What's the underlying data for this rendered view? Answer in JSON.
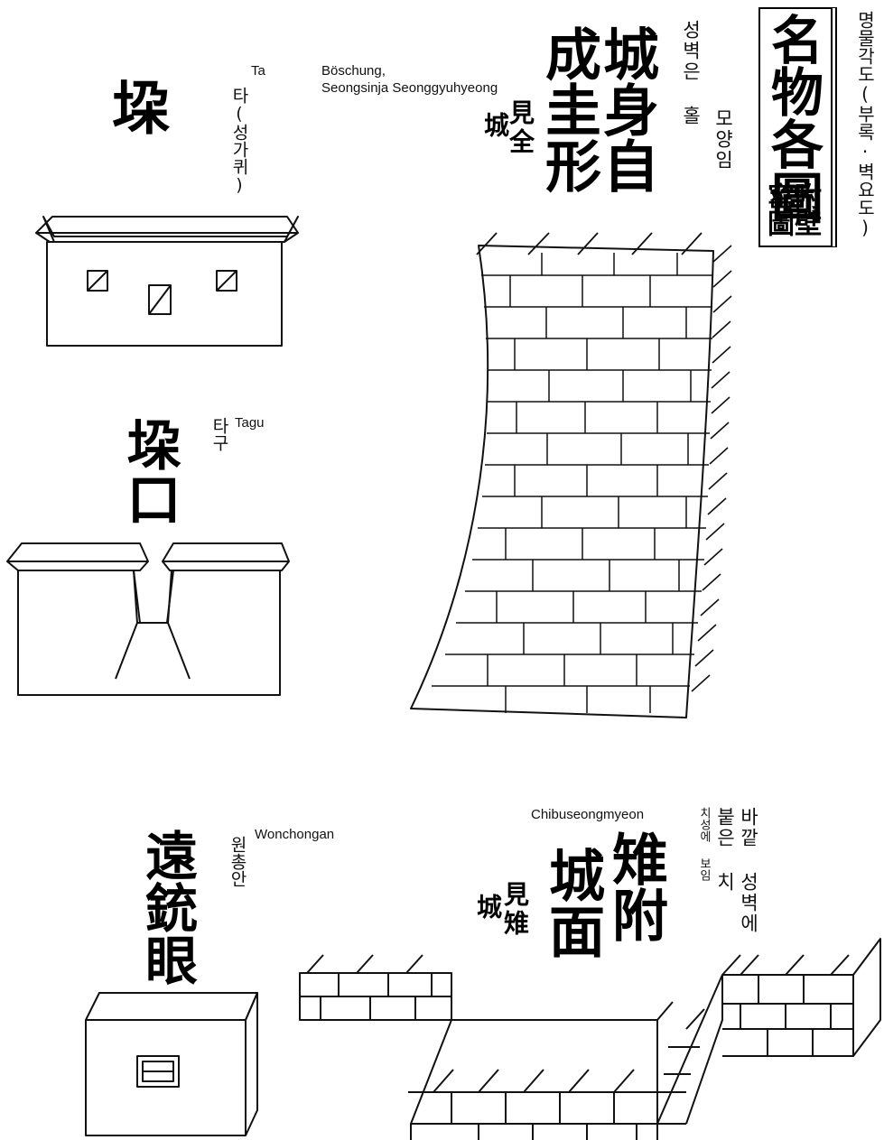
{
  "title_block": {
    "main_chars": "名物各圖",
    "sub_col1": "附壁",
    "sub_col2": "窰圖",
    "korean_caption": "명물각도(부록·벽요도)"
  },
  "ta": {
    "chinese": "垜",
    "korean": "타(성가퀴)",
    "latin": "Ta"
  },
  "tagu": {
    "chinese": "垜口",
    "korean": "타구",
    "latin": "Tagu"
  },
  "seongsin": {
    "chinese_col1": "城身自",
    "chinese_col2": "成圭形",
    "note_col1": "見",
    "note_col2": "全",
    "note_prefix": "城",
    "korean_col1": "성벽은 홀",
    "korean_col2": "모양임",
    "latin_line1": "Böschung,",
    "latin_line2": "Seongsinja Seonggyuhyeong"
  },
  "wonchongan": {
    "chinese": "遠銃眼",
    "korean": "원총안",
    "latin": "Wonchongan"
  },
  "chibu": {
    "chinese_col1": "雉附",
    "chinese_col2": "城面",
    "note_prefix": "城",
    "note_col1": "見",
    "note_col2": "雉",
    "korean_col1": "바깥 성벽에",
    "korean_col2": "붙은 치",
    "korean_col3a": "치성에",
    "korean_col3b": "보임",
    "latin": "Chibuseongmyeon"
  }
}
